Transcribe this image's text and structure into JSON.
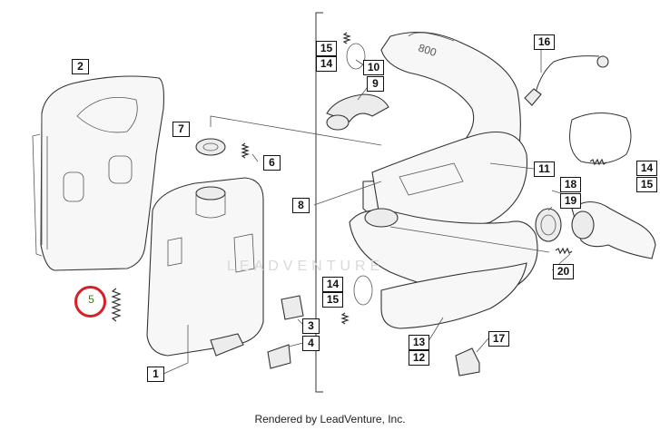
{
  "footer": {
    "text": "Rendered by LeadVenture, Inc."
  },
  "watermark": {
    "text": "LEADVENTURE"
  },
  "highlighted_callout": "5",
  "callouts": {
    "c1": "1",
    "c2": "2",
    "c3": "3",
    "c4": "4",
    "c5": "5",
    "c6": "6",
    "c7": "7",
    "c8": "8",
    "c9": "9",
    "c10": "10",
    "c11": "11",
    "c12": "12",
    "c13": "13",
    "c14a": "14",
    "c14b": "14",
    "c14c": "14",
    "c15a": "15",
    "c15b": "15",
    "c15c": "15",
    "c16": "16",
    "c17": "17",
    "c18": "18",
    "c19": "19",
    "c20": "20"
  },
  "colors": {
    "highlight": "#d81f26",
    "callout_5_text": "#3a7a1a",
    "line": "#333333"
  }
}
